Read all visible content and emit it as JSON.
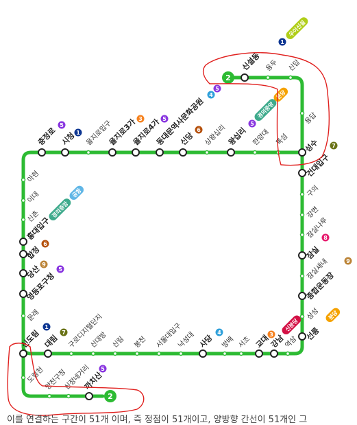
{
  "line": {
    "number_badge": "2",
    "color": "#2dbb33",
    "branch_end_badge": "2"
  },
  "colors": {
    "line1": "#0d3692",
    "line2": "#2dbb33",
    "line3": "#f6821f",
    "line4": "#2fa0da",
    "line5": "#8936e0",
    "line6": "#b5500b",
    "line7": "#697215",
    "line8": "#e6186c",
    "line9": "#bb8336",
    "wuisinseol": "#b0ce18",
    "gyeongui": "#77c4a3",
    "airport": "#0090d2",
    "bundang": "#f5a200",
    "sinbundang": "#d31145",
    "annotation_red": "#e0201e"
  },
  "stations": {
    "sinseoldong": "신설동",
    "yongdu": "용두",
    "sindap": "신답",
    "yongdap": "용답",
    "seongsu": "성수",
    "geondae": "건대입구",
    "guui": "구의",
    "gangbyeon": "강변",
    "jamsilnaru": "잠실나루",
    "jamsil": "잠실",
    "jamsilsaenae": "잠실새내",
    "sports_complex": "종합운동장",
    "samseong": "삼성",
    "seolleung": "선릉",
    "yeoksam": "역삼",
    "gangnam": "강남",
    "gyodae": "교대",
    "seocho": "서초",
    "bangbae": "방배",
    "sadang": "사당",
    "nakseongdae": "낙성대",
    "snu": "서울대입구",
    "bongcheon": "봉천",
    "sillim": "신림",
    "sindaebang": "신대방",
    "guro_digital": "구로디지털단지",
    "daerim": "대림",
    "sindorim": "신도림",
    "mullae": "문래",
    "yeongdeungpo_office": "영등포구청",
    "dangsan": "당산",
    "hapjeong": "합정",
    "hongdae": "홍대입구",
    "sinchon": "신촌",
    "ewha": "이대",
    "ahyeon": "아현",
    "chungjeongno": "충정로",
    "cityhall": "시청",
    "euljiro1": "을지로입구",
    "euljiro3": "을지로3가",
    "euljiro4": "을지로4가",
    "ddp": "동대문역사문화공원",
    "sindang": "신당",
    "sangwangsimni": "상왕십리",
    "wangsimni": "왕십리",
    "hanyang": "한양대",
    "ttukseom": "뚝섬",
    "dorimcheon": "도림천",
    "yangcheon_office": "양천구청",
    "sinjeongnegeori": "신정네거리",
    "kkachisan": "까치산"
  },
  "transfer_tags": {
    "wuisinseol": "우이신설",
    "gyeongui_hongdae": "경의중앙",
    "airport_hongdae": "공항",
    "gyeongui_wangsimni": "경의중앙",
    "bundang_wangsimni": "분당",
    "bundang_seolleung": "분당",
    "sinbundang_gangnam": "신분당"
  },
  "line_badges": {
    "b1": "1",
    "b3": "3",
    "b4": "4",
    "b5": "5",
    "b6": "6",
    "b7": "7",
    "b8": "8",
    "b9": "9"
  },
  "caption": "이를 연결하는 구간이 51개 이며, 즉 정점이 51개이고, 양방향 간선이 51개인 그"
}
